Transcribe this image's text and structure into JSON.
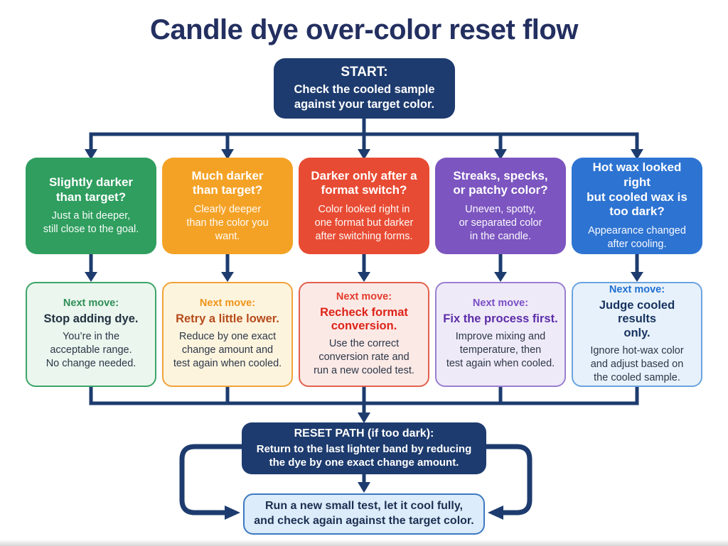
{
  "title": "Candle dye over-color reset flow",
  "colors": {
    "connector": "#1d3b6e",
    "navy_box": "#1d3b6e",
    "title_text": "#232f60",
    "body_text": "#2c3748",
    "retest_bg": "#ddecfa",
    "retest_border": "#3d79c0",
    "retest_text": "#1c2f52"
  },
  "start": {
    "heading": "START:",
    "body": "Check the cooled sample\nagainst your target color."
  },
  "branches": [
    {
      "color": "#2f9e5f",
      "heading": "Slightly darker\nthan target?",
      "body": "Just a bit deeper,\nstill close to the goal.",
      "next": {
        "bg": "#eaf6ee",
        "border": "#3da568",
        "label_color": "#2e8f56",
        "action_color": "#223240",
        "label": "Next move:",
        "action": "Stop adding dye.",
        "detail": "You’re in the\nacceptable range.\nNo change needed."
      }
    },
    {
      "color": "#f4a226",
      "heading": "Much darker\nthan target?",
      "body": "Clearly deeper\nthan the color you\nwant.",
      "next": {
        "bg": "#fdf4de",
        "border": "#f0a43a",
        "label_color": "#ef9418",
        "action_color": "#b54c1b",
        "label": "Next move:",
        "action": "Retry a little lower.",
        "detail": "Reduce by one exact\nchange amount and\ntest again when cooled."
      }
    },
    {
      "color": "#e84b33",
      "heading": "Darker only after a\nformat switch?",
      "body": "Color looked right in\none format but darker\nafter switching forms.",
      "next": {
        "bg": "#fbe9e6",
        "border": "#e2604e",
        "label_color": "#e23b2c",
        "action_color": "#dd2418",
        "label": "Next move:",
        "action": "Recheck format\nconversion.",
        "detail": "Use the correct\nconversion rate and\nrun a new cooled test."
      }
    },
    {
      "color": "#7c55c0",
      "heading": "Streaks, specks,\nor patchy color?",
      "body": "Uneven, spotty,\nor separated color\nin the candle.",
      "next": {
        "bg": "#efeaf8",
        "border": "#9a7fd1",
        "label_color": "#7a4fc4",
        "action_color": "#5c2da8",
        "label": "Next move:",
        "action": "Fix the process first.",
        "detail": "Improve mixing and\ntemperature, then\ntest again when cooled."
      }
    },
    {
      "color": "#2d73d2",
      "heading": "Hot wax looked right\nbut cooled wax is\ntoo dark?",
      "body": "Appearance changed\nafter cooling.",
      "next": {
        "bg": "#e7f1fb",
        "border": "#6aa4e0",
        "label_color": "#1f6fd0",
        "action_color": "#17335f",
        "label": "Next move:",
        "action": "Judge cooled results\nonly.",
        "detail": "Ignore hot-wax color\nand adjust based on\nthe cooled sample."
      }
    }
  ],
  "reset": {
    "heading": "RESET PATH (if too dark):",
    "body": "Return to the last lighter band by reducing\nthe dye by one exact change amount."
  },
  "retest": {
    "body": "Run a new small test, let it cool fully,\nand check again against the target color."
  }
}
